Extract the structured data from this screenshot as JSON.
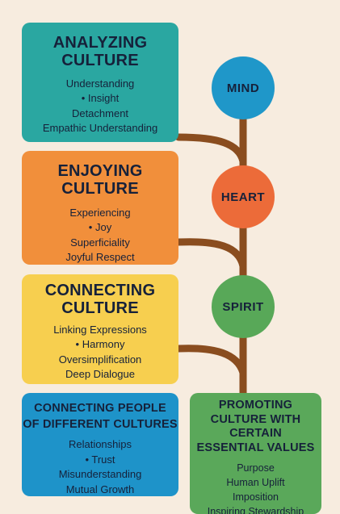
{
  "colors": {
    "background": "#f7ecdf",
    "trunk": "#8a4d1f",
    "analyzing": "#2aa7a1",
    "enjoying": "#f18f3b",
    "connecting": "#f7cf4f",
    "people": "#1e93c9",
    "promoting": "#5aa85a",
    "mind": "#1f97c9",
    "heart": "#ec6b39",
    "spirit": "#58a858"
  },
  "nodes": {
    "mind": "MIND",
    "heart": "HEART",
    "spirit": "SPIRIT"
  },
  "cards": {
    "analyzing": {
      "title": [
        "ANALYZING",
        "CULTURE"
      ],
      "lines": [
        "Understanding",
        "• Insight",
        "Detachment",
        "Empathic Understanding"
      ]
    },
    "enjoying": {
      "title": [
        "ENJOYING",
        "CULTURE"
      ],
      "lines": [
        "Experiencing",
        "• Joy",
        "Superficiality",
        "Joyful Respect"
      ]
    },
    "connecting": {
      "title": [
        "CONNECTING",
        "CULTURE"
      ],
      "lines": [
        "Linking Expressions",
        "• Harmony",
        "Oversimplification",
        "Deep Dialogue"
      ]
    },
    "people": {
      "title": [
        "CONNECTING PEOPLE",
        "OF DIFFERENT CULTURES"
      ],
      "lines": [
        "Relationships",
        "• Trust",
        "Misunderstanding",
        "Mutual Growth"
      ]
    },
    "promoting": {
      "title": [
        "PROMOTING",
        "CULTURE WITH",
        "CERTAIN",
        "ESSENTIAL VALUES"
      ],
      "lines": [
        "Purpose",
        "Human Uplift",
        "Imposition",
        "Inspiring Stewardship"
      ]
    }
  }
}
